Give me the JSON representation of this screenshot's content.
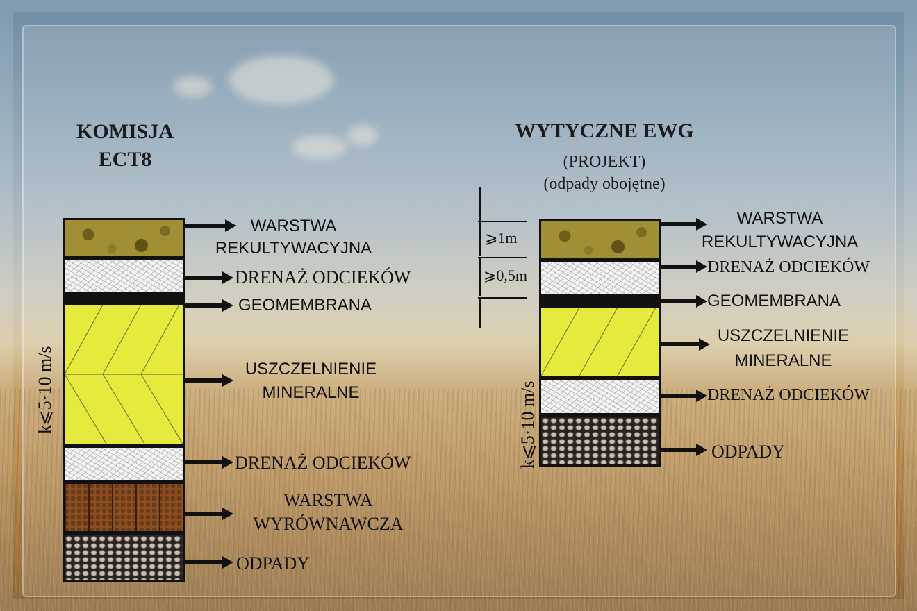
{
  "left": {
    "title_line1": "KOMISJA",
    "title_line2": "ECT8",
    "permeability": "k⩽5·10 m/s",
    "labels": {
      "recultivation_1": "WARSTWA",
      "recultivation_2": "REKULTYWACYJNA",
      "drainage_top": "DRENAŻ ODCIEKÓW",
      "geomembrane": "GEOMEMBRANA",
      "mineral_1": "USZCZELNIENIE",
      "mineral_2": "MINERALNE",
      "drainage_bottom": "DRENAŻ ODCIEKÓW",
      "leveling_1": "WARSTWA",
      "leveling_2": "WYRÓWNAWCZA",
      "waste": "ODPADY"
    }
  },
  "right": {
    "title": "WYTYCZNE EWG",
    "subtitle1": "(PROJEKT)",
    "subtitle2": "(odpady obojętne)",
    "permeability": "k⩽5·10 m/s",
    "dim_top": "⩾1m",
    "dim_bottom": "⩾0,5m",
    "labels": {
      "recultivation_1": "WARSTWA",
      "recultivation_2": "REKULTYWACYJNA",
      "drainage_top": "DRENAŻ ODCIEKÓW",
      "geomembrane": "GEOMEMBRANA",
      "mineral_1": "USZCZELNIENIE",
      "mineral_2": "MINERALNE",
      "drainage_bottom": "DRENAŻ ODCIEKÓW",
      "waste": "ODPADY"
    }
  }
}
